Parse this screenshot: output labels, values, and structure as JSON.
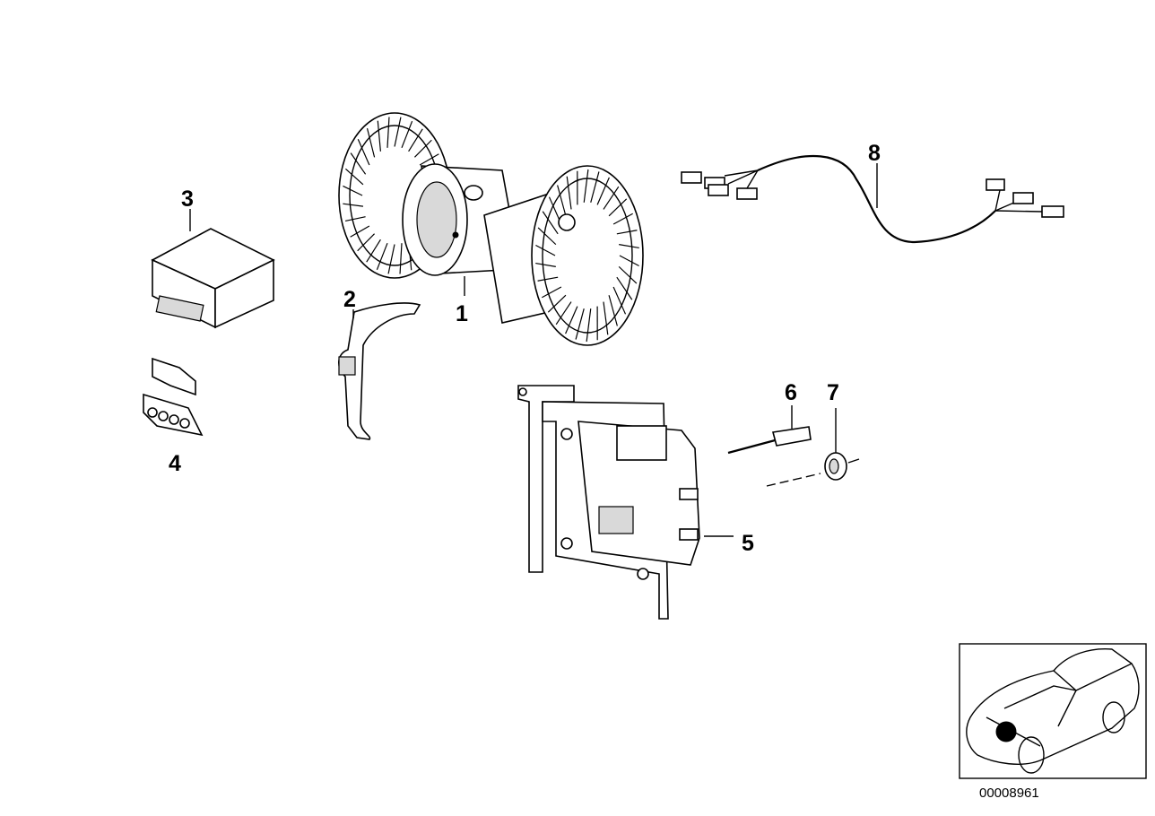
{
  "callouts": [
    {
      "id": "1",
      "label": "1"
    },
    {
      "id": "2",
      "label": "2"
    },
    {
      "id": "3",
      "label": "3"
    },
    {
      "id": "4",
      "label": "4"
    },
    {
      "id": "5",
      "label": "5"
    },
    {
      "id": "6",
      "label": "6"
    },
    {
      "id": "7",
      "label": "7"
    },
    {
      "id": "8",
      "label": "8"
    }
  ],
  "inset": {
    "icon": "car-location-icon",
    "reference_number": "00008961"
  }
}
